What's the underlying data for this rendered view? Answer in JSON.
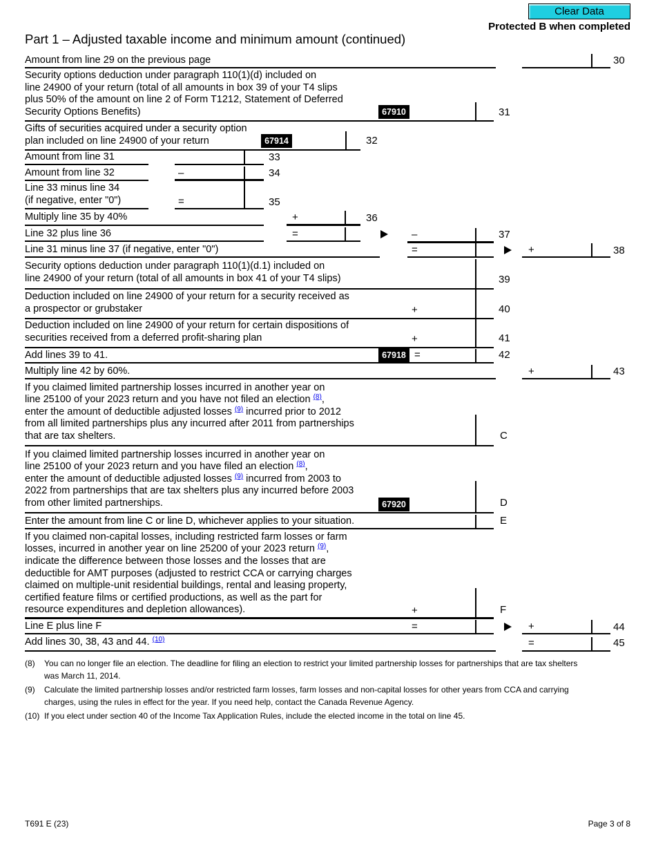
{
  "header": {
    "clear_button": "Clear Data",
    "protected_label": "Protected B when completed",
    "title": "Part 1 – Adjusted taxable income and minimum amount (continued)"
  },
  "ops": {
    "plus": "+",
    "minus": "–",
    "equals": "="
  },
  "rows": {
    "r30": {
      "label": "Amount from line 29 on the previous page",
      "num": "30"
    },
    "r31": {
      "label": "Security options deduction under paragraph 110(1)(d) included on\nline 24900 of your return (total of all amounts in box 39 of your T4 slips\nplus 50% of the amount on line 2 of Form T1212, Statement of Deferred\nSecurity Options Benefits)",
      "code": "67910",
      "num": "31"
    },
    "r32": {
      "label": "Gifts of securities acquired under a security option\nplan included on line 24900 of your return",
      "code": "67914",
      "num": "32"
    },
    "r33": {
      "label": "Amount from line 31",
      "num": "33"
    },
    "r34": {
      "label": "Amount from line 32",
      "num": "34"
    },
    "r35": {
      "label": "Line 33 minus line 34\n(if negative, enter \"0\")",
      "num": "35"
    },
    "r36": {
      "label": "Multiply line 35 by 40%",
      "num": "36"
    },
    "r37": {
      "label": "Line 32 plus line 36",
      "num": "37"
    },
    "r38": {
      "label": "Line 31 minus line 37 (if negative, enter \"0\")",
      "num": "38"
    },
    "r39": {
      "label": "Security options deduction under paragraph 110(1)(d.1) included on\nline 24900 of your return (total of all amounts in box 41 of your T4 slips)",
      "num": "39"
    },
    "r40": {
      "label": "Deduction included on line 24900 of your return for a security received as\na prospector or grubstaker",
      "num": "40"
    },
    "r41": {
      "label": "Deduction included on line 24900 of your return for certain dispositions of\nsecurities received from a deferred profit-sharing plan",
      "num": "41"
    },
    "r42": {
      "label": "Add lines 39 to 41.",
      "code": "67918",
      "num": "42"
    },
    "r43": {
      "label": "Multiply line 42 by 60%.",
      "num": "43"
    },
    "rC": {
      "line1": "If you claimed limited partnership losses incurred in another year on",
      "line2_pre": "line 25100 of your 2023 return and you have not filed an election ",
      "line2_link": "(8)",
      "line2_post": ",",
      "line3_pre": "enter the amount of deductible adjusted losses ",
      "line3_link": "(9)",
      "line3_post": " incurred prior to 2012",
      "line4": "from all limited partnerships plus any incurred after 2011 from partnerships",
      "line5": "that are tax shelters.",
      "num": "C"
    },
    "rD": {
      "line1": "If you claimed limited partnership losses incurred in another year on",
      "line2_pre": "line 25100 of your 2023 return and you have filed an election ",
      "line2_link": "(8)",
      "line2_post": ",",
      "line3_pre": "enter the amount of deductible adjusted losses ",
      "line3_link": "(9)",
      "line3_post": " incurred from 2003 to",
      "line4": "2022 from partnerships that are tax shelters plus any incurred before 2003",
      "line5": "from other limited partnerships.",
      "code": "67920",
      "num": "D"
    },
    "rE": {
      "label": "Enter the amount from line C or line D, whichever applies to your situation.",
      "num": "E"
    },
    "rF": {
      "line1": "If you claimed non-capital losses, including restricted farm losses or farm",
      "line2_pre": "losses, incurred in another year on line 25200 of your 2023 return ",
      "line2_link": "(9)",
      "line2_post": ",",
      "rest": "indicate the difference between those losses and the losses that are\ndeductible for AMT purposes (adjusted to restrict CCA or carrying charges\nclaimed on multiple-unit residential buildings, rental and leasing property,\ncertified feature films or certified productions, as well as the part for\nresource expenditures and depletion allowances).",
      "num": "F"
    },
    "r44": {
      "label": "Line E plus line F",
      "num": "44"
    },
    "r45": {
      "label_pre": "Add lines 30, 38, 43 and 44. ",
      "label_link": "(10)",
      "num": "45"
    }
  },
  "footnotes": [
    {
      "marker": "(8)",
      "text": "You can no longer file an election. The deadline for filing an election to restrict your limited partnership losses for partnerships that are tax shelters\nwas March 11, 2014."
    },
    {
      "marker": "(9)",
      "text": "Calculate the limited partnership losses and/or restricted farm losses, farm losses and non-capital losses for other years from CCA and carrying\ncharges, using the rules in effect for the year. If you need help, contact the Canada Revenue Agency."
    },
    {
      "marker": "(10)",
      "text": "If you elect under section 40 of the Income Tax Application Rules, include the elected income in the total on line 45."
    }
  ],
  "footer": {
    "form_id": "T691 E (23)",
    "page": "Page 3 of 8"
  },
  "colors": {
    "button_bg": "#1FCEE0",
    "link_blue": "#0000EE"
  }
}
